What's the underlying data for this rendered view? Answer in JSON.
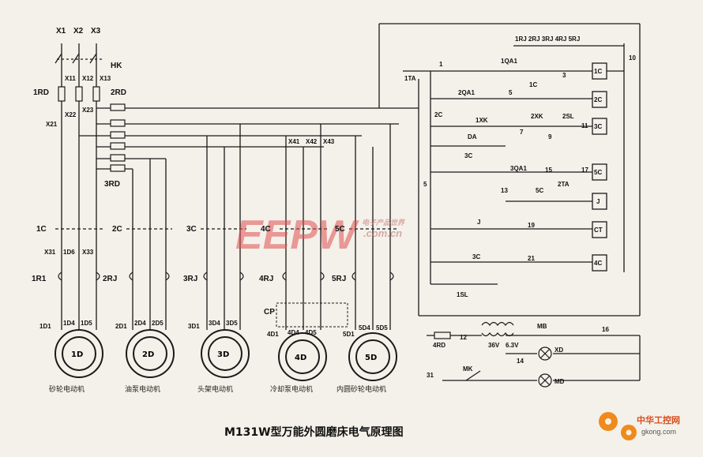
{
  "title": "M131W型万能外圆磨床电气原理图",
  "colors": {
    "ink": "#1a1a1a",
    "paper": "#f4f1ea",
    "watermark": "#e04040",
    "logo_orange": "#f08a1c"
  },
  "watermark": {
    "eepw": "EEPW",
    "site": ".com.cn",
    "cn": "电子产品世界"
  },
  "logo": {
    "name": "中华工控网",
    "site": "gkong.com"
  },
  "supply": [
    "X1",
    "X2",
    "X3"
  ],
  "motors": [
    {
      "id": "1D",
      "caption": "砂轮电动机",
      "relay": "1R1",
      "contactor": "1C"
    },
    {
      "id": "2D",
      "caption": "油泵电动机",
      "relay": "2RJ",
      "contactor": "2C"
    },
    {
      "id": "3D",
      "caption": "头架电动机",
      "relay": "3RJ",
      "contactor": "3C"
    },
    {
      "id": "4D",
      "caption": "冷却泵电动机",
      "relay": "4RJ",
      "contactor": "4C"
    },
    {
      "id": "5D",
      "caption": "内圆砂轮电动机",
      "relay": "5RJ",
      "contactor": "5C"
    }
  ],
  "labels": {
    "hk": "HK",
    "rd1": "1RD",
    "rd2": "2RD",
    "rd3": "3RD",
    "rd4": "4RD",
    "x11": "X11",
    "x12": "X12",
    "x13": "X13",
    "x21": "X21",
    "x22": "X22",
    "x23": "X23",
    "x31": "X31",
    "d16": "1D6",
    "x33": "X33",
    "x41": "X41",
    "x42": "X42",
    "x43": "X43",
    "d11": "1D1",
    "d14": "1D4",
    "d15": "1D5",
    "d21": "2D1",
    "d24": "2D4",
    "d25": "2D5",
    "d31": "3D1",
    "d34": "3D4",
    "d35": "3D5",
    "d41": "4D1",
    "d44": "4D4",
    "d45": "4D5",
    "d51": "5D1",
    "d54": "5D4",
    "d55": "5D5",
    "cp": "CP",
    "rj_series": "1RJ 2RJ 3RJ 4RJ 5RJ",
    "ta1": "1TA",
    "qa1": "1QA1",
    "qa2": "2QA1",
    "qa3": "3QA1",
    "c1": "1C",
    "c2": "2C",
    "c3": "3C",
    "c5": "5C",
    "xk1": "1XK",
    "xk2": "2XK",
    "sl2": "2SL",
    "sl1": "1SL",
    "da": "DA",
    "ta2": "2TA",
    "j": "J",
    "ct": "CT",
    "mb": "MB",
    "v36": "36V",
    "v63": "6.3V",
    "xd": "XD",
    "md": "MD",
    "mk": "MK",
    "n1": "1",
    "n3": "3",
    "n5": "5",
    "n5b": "5",
    "n7": "7",
    "n9": "9",
    "n10": "10",
    "n11": "11",
    "n12": "12",
    "n13": "13",
    "n14": "14",
    "n15": "15",
    "n16": "16",
    "n17": "17",
    "n19": "19",
    "n21": "21",
    "n31": "31",
    "coil1": "1C",
    "coil2": "2C",
    "coil3": "3C",
    "coil5": "5C",
    "coilj": "J",
    "coilct": "CT",
    "coil4": "4C"
  }
}
